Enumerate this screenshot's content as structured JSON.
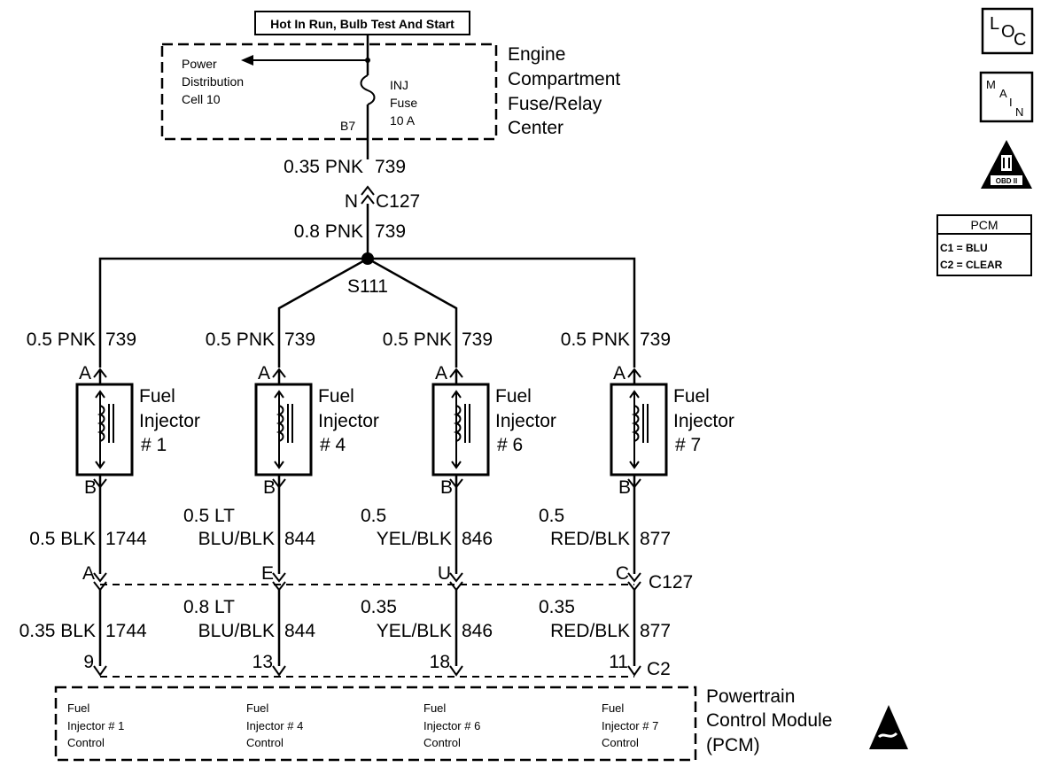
{
  "header_box": "Hot In Run, Bulb Test And Start",
  "fuse_center": {
    "power_label": [
      "Power",
      "Distribution",
      "Cell 10"
    ],
    "fuse_label": [
      "INJ",
      "Fuse",
      "10 A"
    ],
    "terminal": "B7",
    "title": [
      "Engine",
      "Compartment",
      "Fuse/Relay",
      "Center"
    ]
  },
  "feed": {
    "upper_wire": {
      "gauge_color": "0.35 PNK",
      "circuit": "739"
    },
    "connector": {
      "pin": "N",
      "name": "C127"
    },
    "lower_wire": {
      "gauge_color": "0.8 PNK",
      "circuit": "739"
    },
    "splice": "S111"
  },
  "injectors": [
    {
      "top_wire": {
        "gauge_color": "0.5 PNK",
        "circuit": "739"
      },
      "pin_a": "A",
      "pin_b": "B",
      "label": [
        "Fuel",
        "Injector",
        "# 1"
      ],
      "out_wire": {
        "gauge_color": [
          "0.5 BLK"
        ],
        "circuit": "1744"
      },
      "c127_pin": "A",
      "pcm_wire": {
        "gauge_color": [
          "0.35 BLK"
        ],
        "circuit": "1744"
      },
      "pcm_pin": "9",
      "pcm_label": [
        "Fuel",
        "Injector # 1",
        "Control"
      ]
    },
    {
      "top_wire": {
        "gauge_color": "0.5 PNK",
        "circuit": "739"
      },
      "pin_a": "A",
      "pin_b": "B",
      "label": [
        "Fuel",
        "Injector",
        "# 4"
      ],
      "out_wire": {
        "gauge_color": [
          "0.5 LT",
          "BLU/BLK"
        ],
        "circuit": "844"
      },
      "c127_pin": "E",
      "pcm_wire": {
        "gauge_color": [
          "0.8 LT",
          "BLU/BLK"
        ],
        "circuit": "844"
      },
      "pcm_pin": "13",
      "pcm_label": [
        "Fuel",
        "Injector # 4",
        "Control"
      ]
    },
    {
      "top_wire": {
        "gauge_color": "0.5 PNK",
        "circuit": "739"
      },
      "pin_a": "A",
      "pin_b": "B",
      "label": [
        "Fuel",
        "Injector",
        "# 6"
      ],
      "out_wire": {
        "gauge_color": [
          "0.5",
          "YEL/BLK"
        ],
        "circuit": "846"
      },
      "c127_pin": "U",
      "pcm_wire": {
        "gauge_color": [
          "0.35",
          "YEL/BLK"
        ],
        "circuit": "846"
      },
      "pcm_pin": "18",
      "pcm_label": [
        "Fuel",
        "Injector # 6",
        "Control"
      ]
    },
    {
      "top_wire": {
        "gauge_color": "0.5 PNK",
        "circuit": "739"
      },
      "pin_a": "A",
      "pin_b": "B",
      "label": [
        "Fuel",
        "Injector",
        "# 7"
      ],
      "out_wire": {
        "gauge_color": [
          "0.5",
          "RED/BLK"
        ],
        "circuit": "877"
      },
      "c127_pin": "C",
      "pcm_wire": {
        "gauge_color": [
          "0.35",
          "RED/BLK"
        ],
        "circuit": "877"
      },
      "pcm_pin": "11",
      "pcm_label": [
        "Fuel",
        "Injector # 7",
        "Control"
      ]
    }
  ],
  "c127_label": "C127",
  "c2_label": "C2",
  "pcm_title": [
    "Powertrain",
    "Control Module",
    "(PCM)"
  ],
  "side_icons": {
    "loc": [
      "L",
      "O",
      "C"
    ],
    "main": [
      "M",
      "A",
      "I",
      "N"
    ],
    "obd": "OBD II",
    "pcm_table": {
      "title": "PCM",
      "rows": [
        "C1 = BLU",
        "C2 = CLEAR"
      ]
    }
  }
}
